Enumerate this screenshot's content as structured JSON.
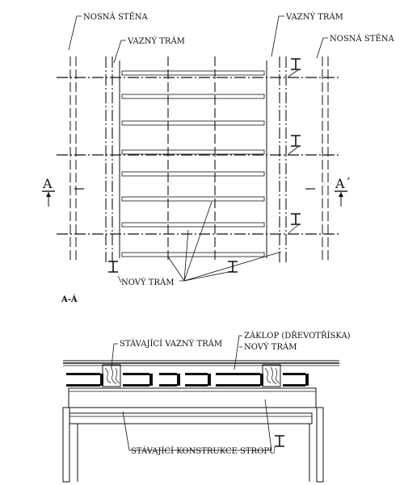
{
  "plan": {
    "labels": {
      "load_wall_left": "NOSNÁ STĚNA",
      "tie_beam_left": "VAZNÝ TRÁM",
      "tie_beam_right": "VAZNÝ TRÁM",
      "load_wall_right": "NOSNÁ STĚNA",
      "new_beam": "NOVÝ TRÁM"
    },
    "section_markers": {
      "left": "A",
      "right": "A´"
    }
  },
  "section": {
    "title": "A-Á",
    "labels": {
      "existing_tie_beam": "STÁVAJÍCÍ VAZNÝ TRÁM",
      "decking": "ZÁKLOP (DŘEVOTŘÍSKA)",
      "new_beam": "NOVÝ TRÁM",
      "existing_ceiling": "STÁVAJÍCÍ KONSTRUKCE STROPU"
    }
  }
}
